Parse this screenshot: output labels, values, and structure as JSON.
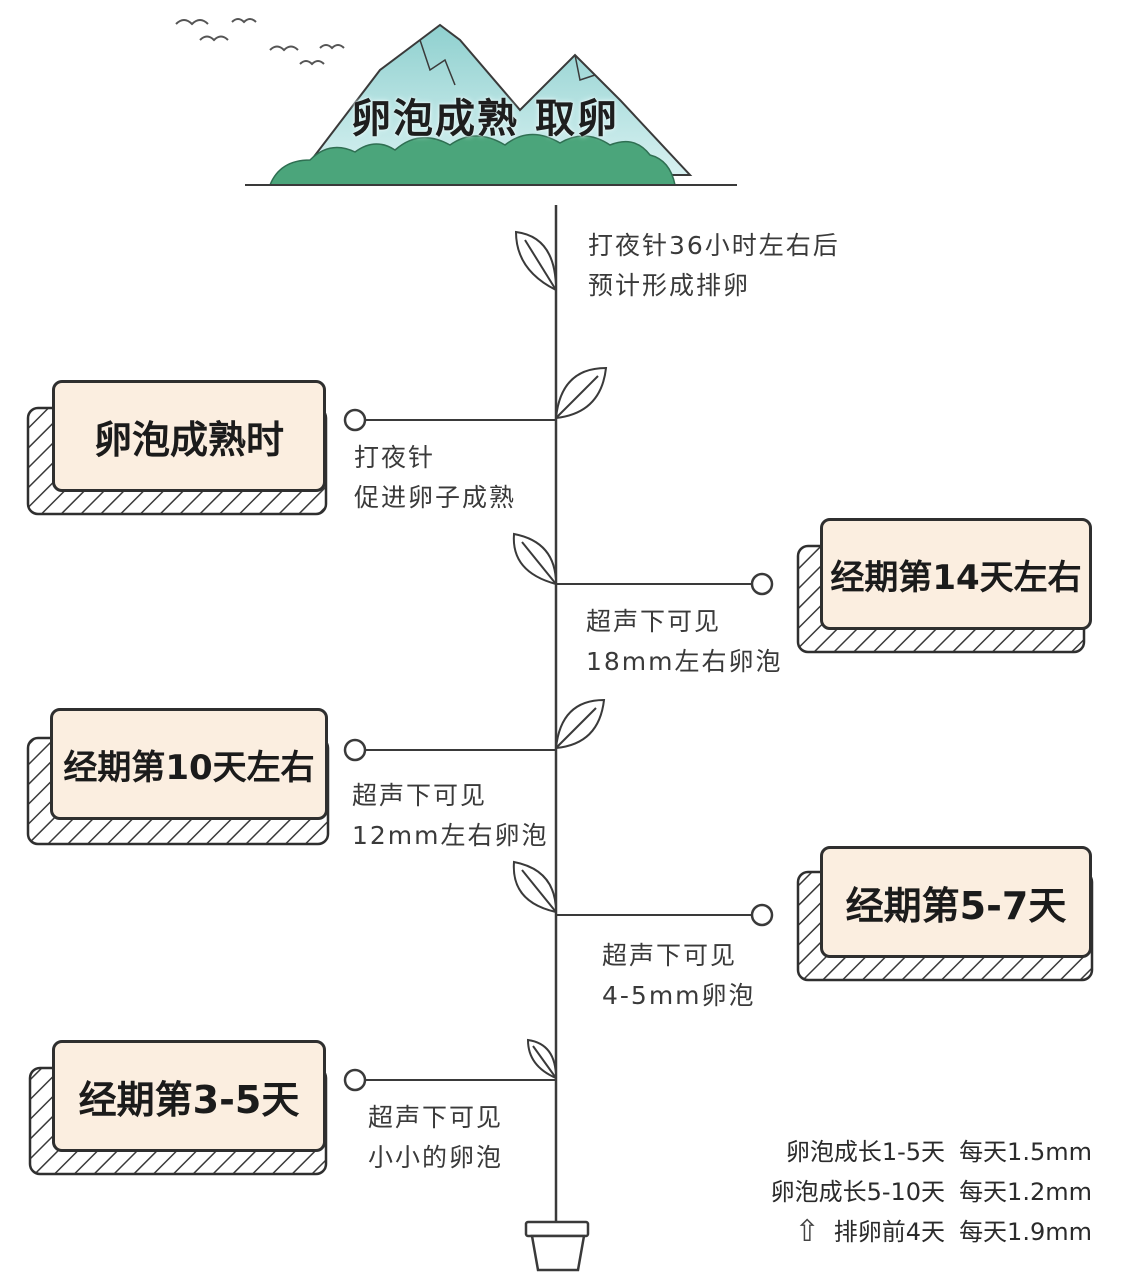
{
  "title": "卵泡成熟 取卵",
  "top_note": {
    "line1": "打夜针36小时左右后",
    "line2": "预计形成排卵"
  },
  "stages": [
    {
      "label": "卵泡成熟时",
      "note1": "打夜针",
      "note2": "促进卵子成熟"
    },
    {
      "label": "经期第14天左右",
      "note1": "超声下可见",
      "note2": "18mm左右卵泡"
    },
    {
      "label": "经期第10天左右",
      "note1": "超声下可见",
      "note2": "12mm左右卵泡"
    },
    {
      "label": "经期第5-7天",
      "note1": "超声下可见",
      "note2": "4-5mm卵泡"
    },
    {
      "label": "经期第3-5天",
      "note1": "超声下可见",
      "note2": "小小的卵泡"
    }
  ],
  "growth": [
    {
      "range": "卵泡成长1-5天",
      "rate": "每天1.5mm"
    },
    {
      "range": "卵泡成长5-10天",
      "rate": "每天1.2mm"
    },
    {
      "range": "排卵前4天",
      "rate": "每天1.9mm",
      "icon": "up-arrow-icon"
    }
  ],
  "colors": {
    "label_fill": "#fbeee0",
    "mountain": "#7fc7c6",
    "bushes": "#3f9a72",
    "line": "#3a3a3a"
  }
}
